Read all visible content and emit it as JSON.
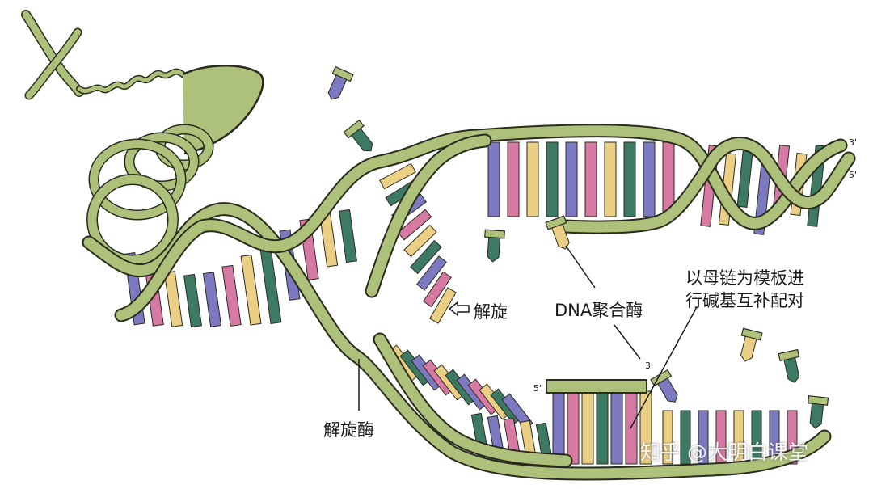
{
  "labels": {
    "unwinding": "解旋",
    "helicase": "解旋酶",
    "polymerase": "DNA聚合酶",
    "template_line1": "以母链为模板进",
    "template_line2": "行碱基互补配对",
    "three_prime_top": "3'",
    "five_prime_top": "5'",
    "five_prime_mid": "5'",
    "three_prime_mid": "3'"
  },
  "watermark": "知乎 @大明白课堂",
  "colors": {
    "backbone": "#adc17a",
    "backbone_dark": "#7e9651",
    "outline": "#2a2a1e",
    "base_purple": "#7d79c0",
    "base_pink": "#d77aa3",
    "base_yellow": "#ebcf84",
    "base_teal": "#3d7a64",
    "background": "#ffffff"
  }
}
